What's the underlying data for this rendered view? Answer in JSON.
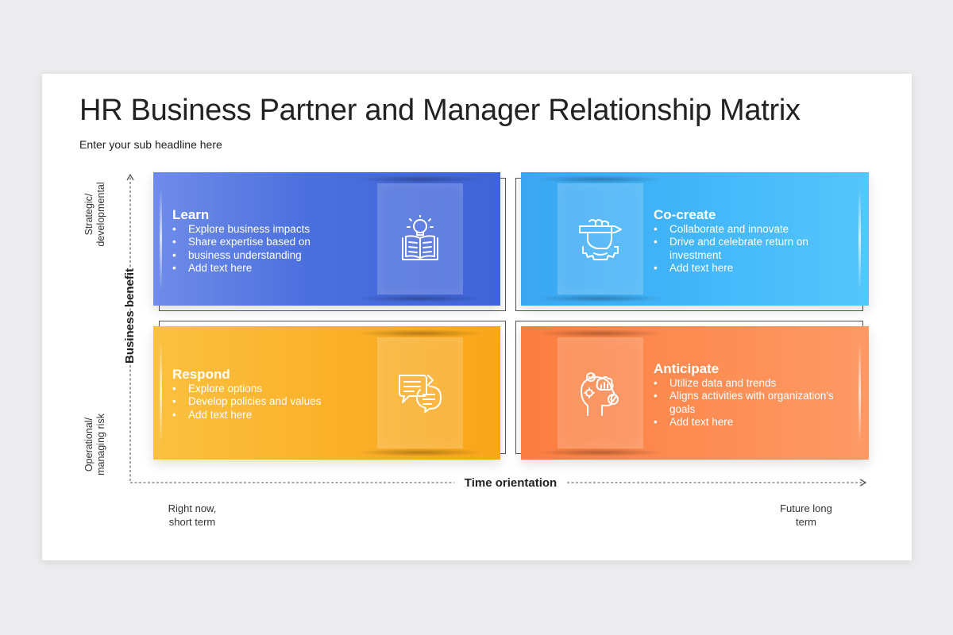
{
  "header": {
    "title": "HR Business Partner and Manager Relationship Matrix",
    "subtitle": "Enter your sub headline here"
  },
  "axes": {
    "y_title": "Business benefit",
    "y_top": [
      "Strategic/",
      "developmental"
    ],
    "y_bottom": [
      "Operational/",
      "managing risk"
    ],
    "x_title": "Time orientation",
    "x_left": [
      "Right now,",
      "short term"
    ],
    "x_right": [
      "Future long",
      "term"
    ]
  },
  "quadrants": {
    "learn": {
      "title": "Learn",
      "icon": "lightbulb-book-icon",
      "color": "#4a6fde",
      "bullets": [
        "Explore business impacts",
        "Share expertise based on",
        "business understanding",
        "Add text here"
      ]
    },
    "cocreate": {
      "title": "Co-create",
      "icon": "hand-pencil-gear-icon",
      "color": "#42b6f9",
      "bullets": [
        "Collaborate and innovate",
        "Drive and celebrate return on investment",
        "Add text here"
      ]
    },
    "respond": {
      "title": "Respond",
      "icon": "chat-bubbles-icon",
      "color": "#fbb12a",
      "bullets": [
        "Explore options",
        "Develop policies and values",
        "Add text here"
      ]
    },
    "anticipate": {
      "title": "Anticipate",
      "icon": "head-analytics-icon",
      "color": "#fd8c52",
      "bullets": [
        "Utilize data and trends",
        "Aligns activities with organization's goals",
        "Add text here"
      ]
    }
  }
}
